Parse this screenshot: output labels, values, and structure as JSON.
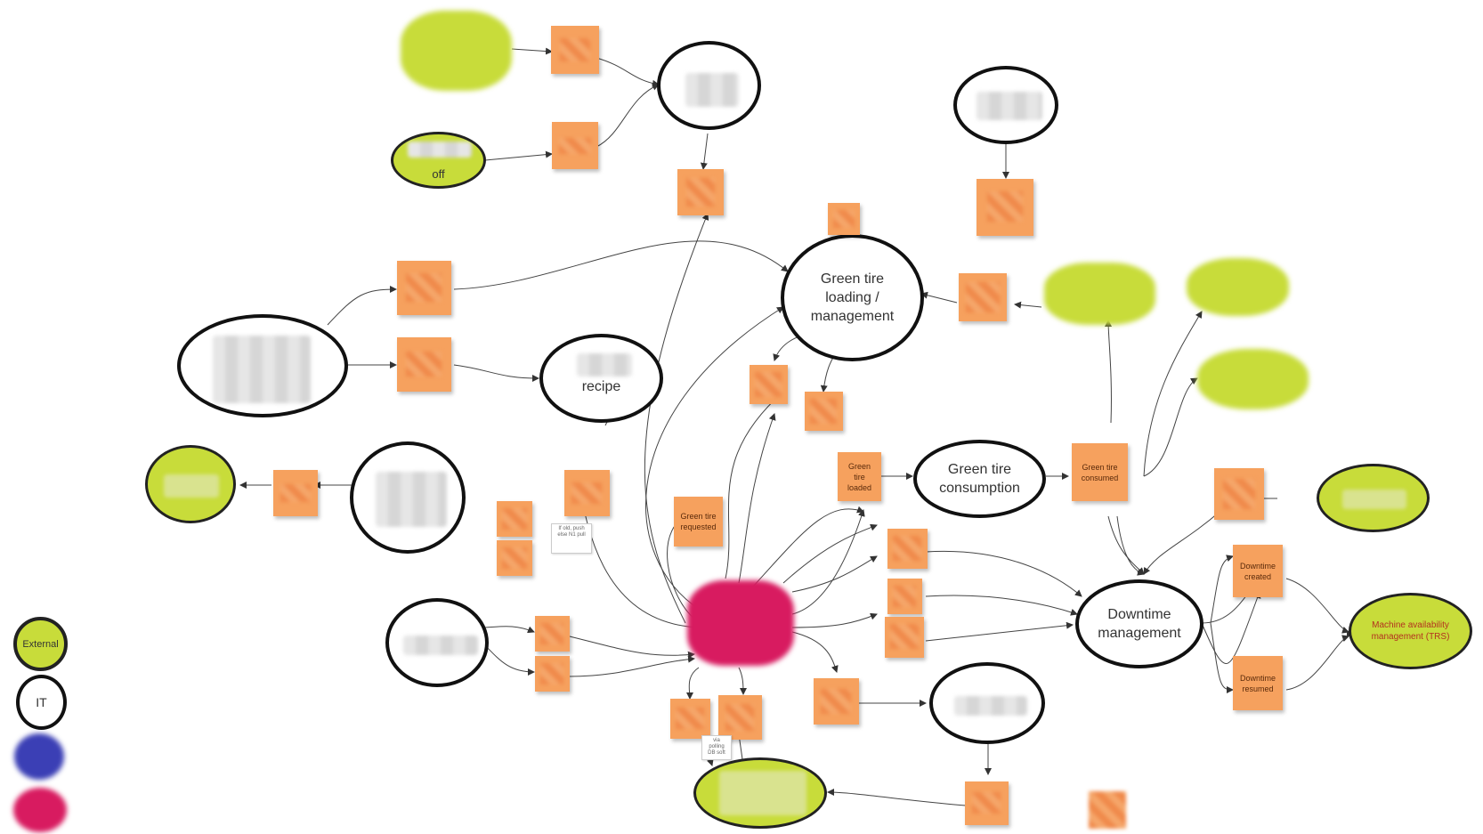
{
  "nodes": {
    "green_tire_loading": "Green tire\nloading /\nmanagement",
    "recipe": "recipe",
    "green_tire_consumption": "Green tire\nconsumption",
    "downtime_management": "Downtime\nmanagement",
    "machine_availability": "Machine availability\nmanagement (TRS)",
    "off_fragment": "off"
  },
  "stickies": {
    "green_tire_requested": "Green tire\nrequested",
    "green_tire_loaded": "Green\ntire\nloaded",
    "green_tire_consumed": "Green tire\nconsumed",
    "downtime_created": "Downtime\ncreated",
    "downtime_resumed": "Downtime\nresumed"
  },
  "notes": {
    "push_pull": "If old, push\nelse N1 pull",
    "polling": "via\npolling\nDB soft"
  },
  "legend": {
    "external": "External",
    "it": "IT"
  },
  "colors": {
    "external": "#c8dc3a",
    "it_border": "#111111",
    "core": "#d81b60",
    "legend_blue": "#3b3fb5",
    "sticky": "#f6a15e",
    "external_text": "#b3321f"
  }
}
